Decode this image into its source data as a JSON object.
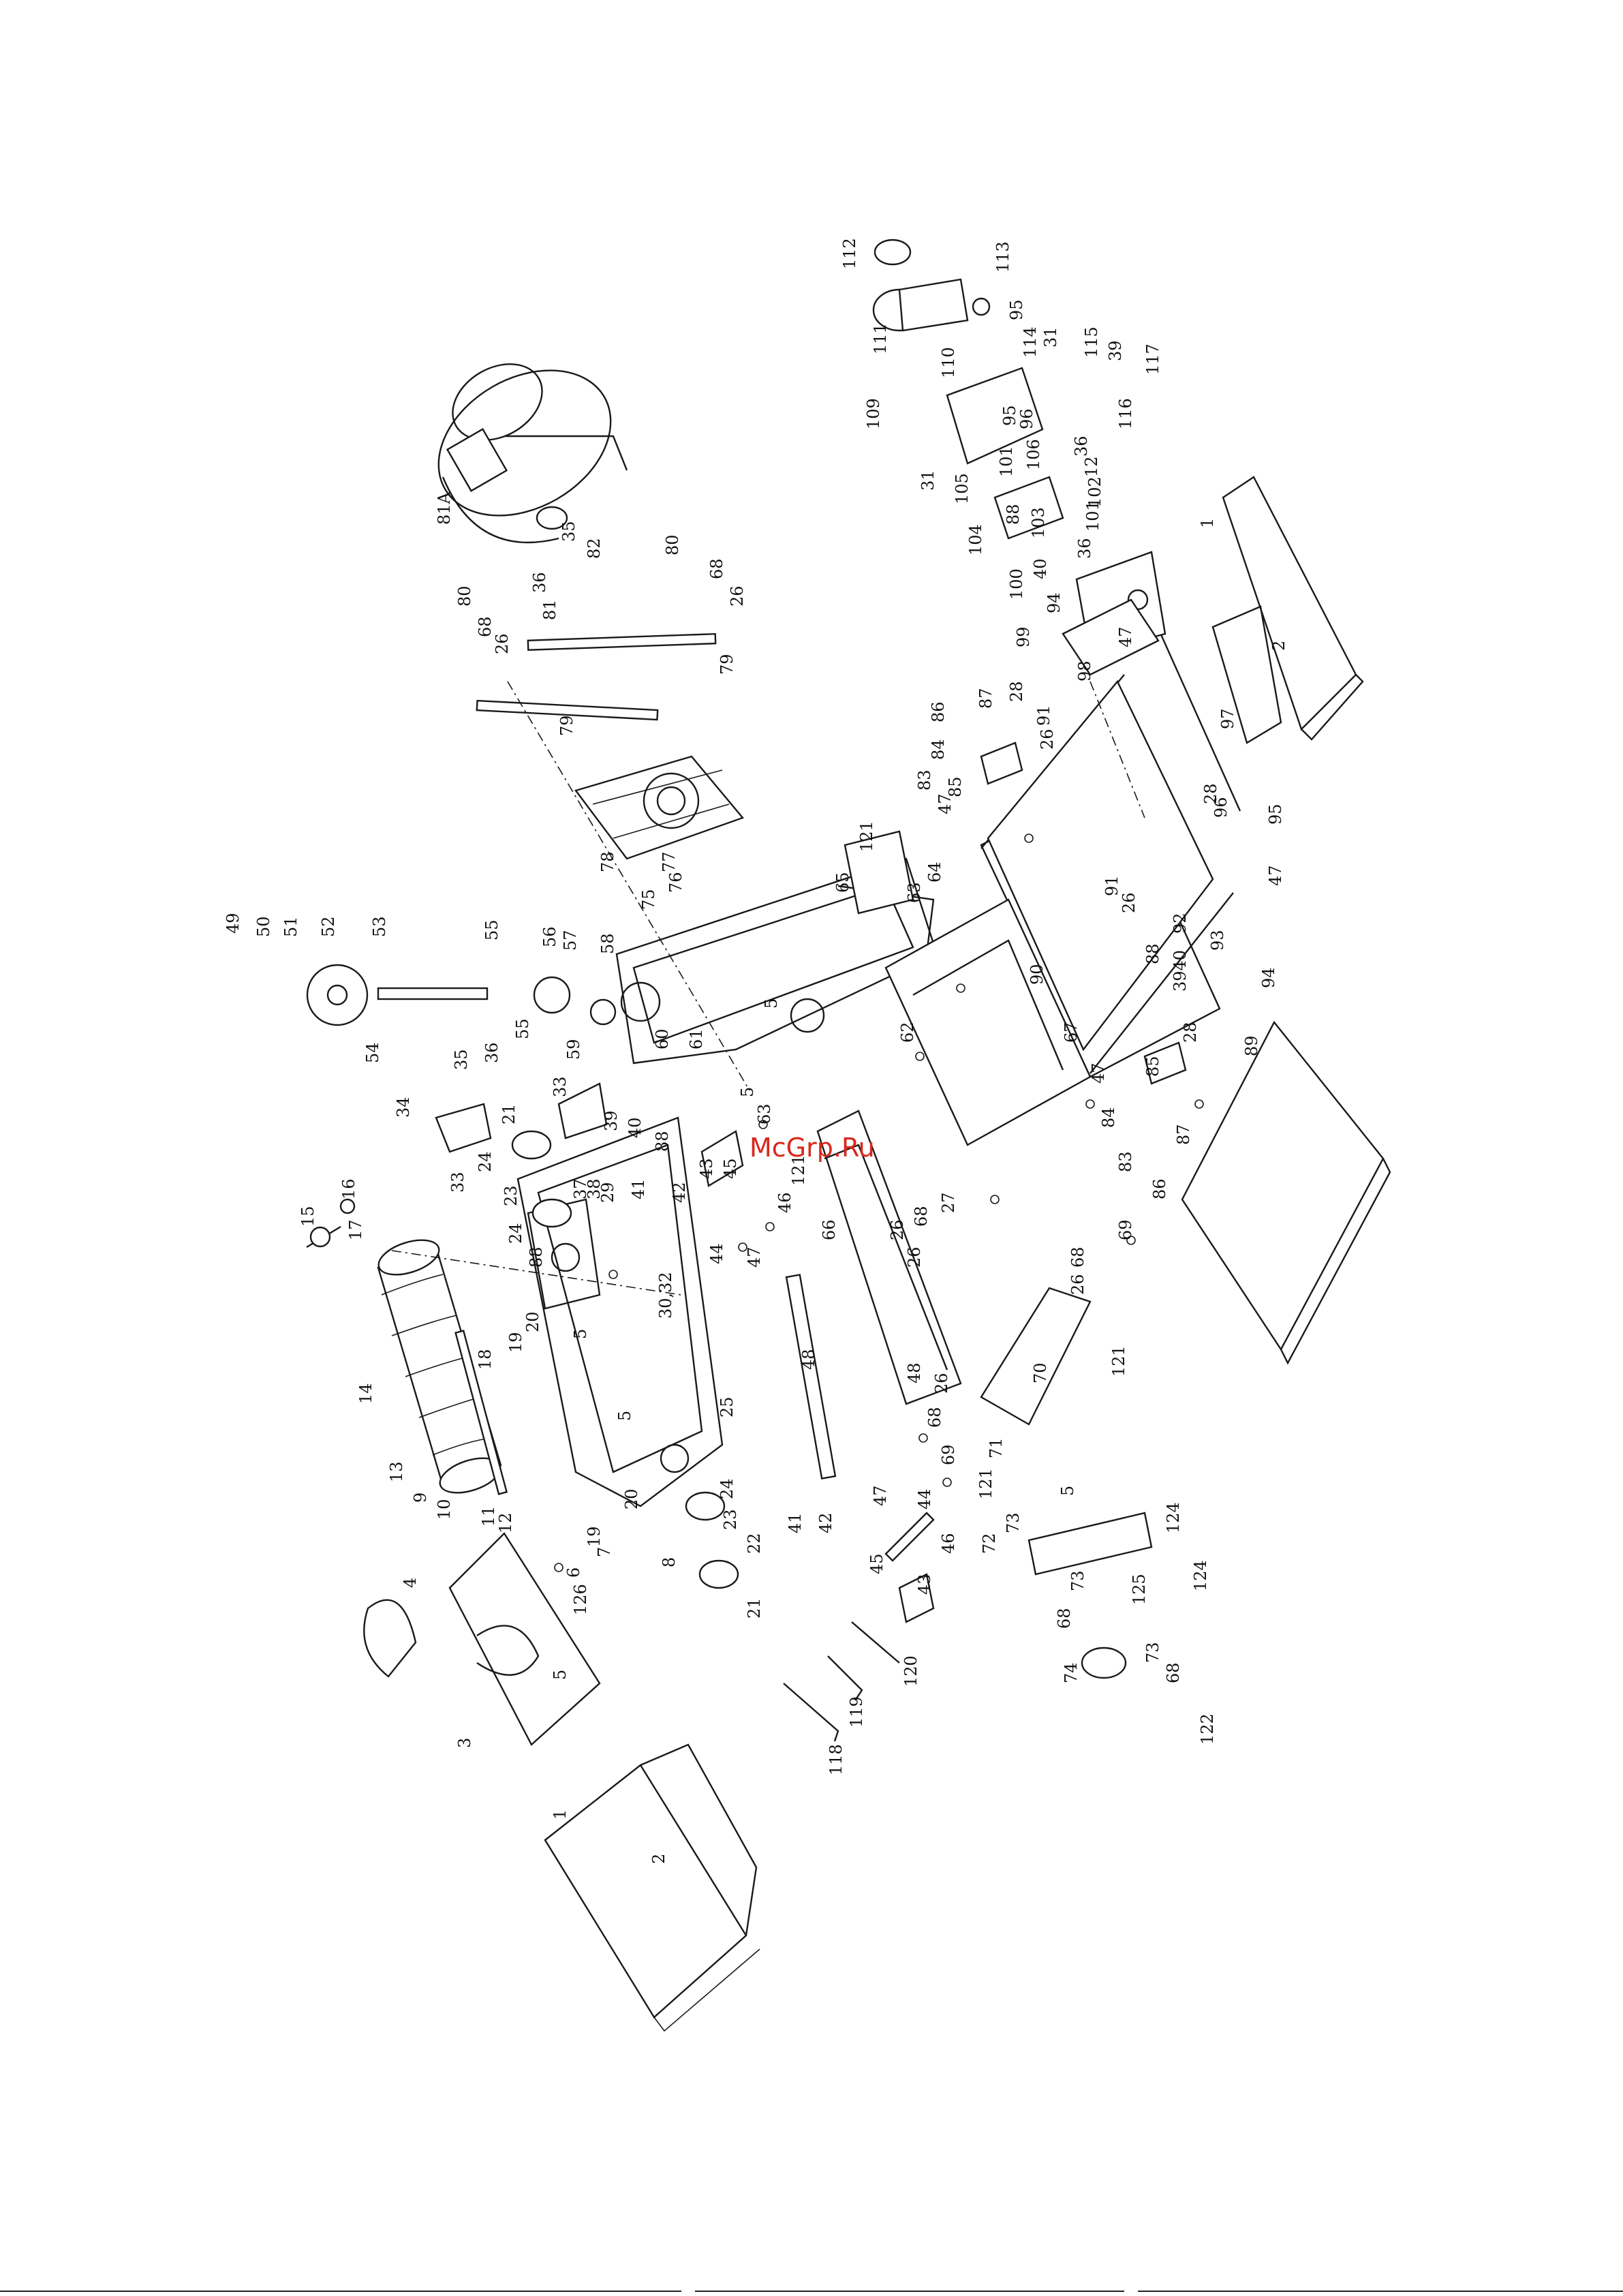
{
  "watermark": "McGrp.Ru",
  "watermark_color": "#d9281c",
  "labels": [
    {
      "id": "l112",
      "text": "112"
    },
    {
      "id": "l113",
      "text": "113"
    },
    {
      "id": "l95a",
      "text": "95"
    },
    {
      "id": "l111",
      "text": "111"
    },
    {
      "id": "l110",
      "text": "110"
    },
    {
      "id": "l114",
      "text": "114"
    },
    {
      "id": "l31a",
      "text": "31"
    },
    {
      "id": "l115",
      "text": "115"
    },
    {
      "id": "l39a",
      "text": "39"
    },
    {
      "id": "l117",
      "text": "117"
    },
    {
      "id": "l116",
      "text": "116"
    },
    {
      "id": "l109",
      "text": "109"
    },
    {
      "id": "l95b",
      "text": "95"
    },
    {
      "id": "l96a",
      "text": "96"
    },
    {
      "id": "l106",
      "text": "106"
    },
    {
      "id": "l101a",
      "text": "101"
    },
    {
      "id": "l36a",
      "text": "36"
    },
    {
      "id": "l12a",
      "text": "12"
    },
    {
      "id": "l31b",
      "text": "31"
    },
    {
      "id": "l105",
      "text": "105"
    },
    {
      "id": "l102",
      "text": "102"
    },
    {
      "id": "l101b",
      "text": "101"
    },
    {
      "id": "l104",
      "text": "104"
    },
    {
      "id": "l88a",
      "text": "88"
    },
    {
      "id": "l103",
      "text": "103"
    },
    {
      "id": "l36b",
      "text": "36"
    },
    {
      "id": "l1a",
      "text": "1"
    },
    {
      "id": "l100",
      "text": "100"
    },
    {
      "id": "l40a",
      "text": "40"
    },
    {
      "id": "l94a",
      "text": "94"
    },
    {
      "id": "l99",
      "text": "99"
    },
    {
      "id": "l2a",
      "text": "2"
    },
    {
      "id": "l47a",
      "text": "47"
    },
    {
      "id": "l98",
      "text": "98"
    },
    {
      "id": "l97",
      "text": "97"
    },
    {
      "id": "l81A",
      "text": "81A"
    },
    {
      "id": "l82",
      "text": "82"
    },
    {
      "id": "l35a",
      "text": "35"
    },
    {
      "id": "l80a",
      "text": "80"
    },
    {
      "id": "l36c",
      "text": "36"
    },
    {
      "id": "l81",
      "text": "81"
    },
    {
      "id": "l68a",
      "text": "68"
    },
    {
      "id": "l26a",
      "text": "26"
    },
    {
      "id": "l80b",
      "text": "80"
    },
    {
      "id": "l68b",
      "text": "68"
    },
    {
      "id": "l26b",
      "text": "26"
    },
    {
      "id": "l79a",
      "text": "79"
    },
    {
      "id": "l79b",
      "text": "79"
    },
    {
      "id": "l86a",
      "text": "86"
    },
    {
      "id": "l87a",
      "text": "87"
    },
    {
      "id": "l28a",
      "text": "28"
    },
    {
      "id": "l91a",
      "text": "91"
    },
    {
      "id": "l83a",
      "text": "83"
    },
    {
      "id": "l84a",
      "text": "84"
    },
    {
      "id": "l26c",
      "text": "26"
    },
    {
      "id": "l85a",
      "text": "85"
    },
    {
      "id": "l47b",
      "text": "47"
    },
    {
      "id": "l28b",
      "text": "28"
    },
    {
      "id": "l96b",
      "text": "96"
    },
    {
      "id": "l95c",
      "text": "95"
    },
    {
      "id": "l78",
      "text": "78"
    },
    {
      "id": "l77",
      "text": "77"
    },
    {
      "id": "l76",
      "text": "76"
    },
    {
      "id": "l75",
      "text": "75"
    },
    {
      "id": "l121a",
      "text": "121"
    },
    {
      "id": "l65",
      "text": "65"
    },
    {
      "id": "l64",
      "text": "64"
    },
    {
      "id": "l63a",
      "text": "63"
    },
    {
      "id": "l91b",
      "text": "91"
    },
    {
      "id": "l26d",
      "text": "26"
    },
    {
      "id": "l92",
      "text": "92"
    },
    {
      "id": "l47c",
      "text": "47"
    },
    {
      "id": "l93",
      "text": "93"
    },
    {
      "id": "l88b",
      "text": "88"
    },
    {
      "id": "l3940",
      "text": "3940"
    },
    {
      "id": "l94b",
      "text": "94"
    },
    {
      "id": "l90",
      "text": "90"
    },
    {
      "id": "l49",
      "text": "49"
    },
    {
      "id": "l50",
      "text": "50"
    },
    {
      "id": "l51",
      "text": "51"
    },
    {
      "id": "l52",
      "text": "52"
    },
    {
      "id": "l53",
      "text": "53"
    },
    {
      "id": "l55a",
      "text": "55"
    },
    {
      "id": "l56",
      "text": "56"
    },
    {
      "id": "l57",
      "text": "57"
    },
    {
      "id": "l58",
      "text": "58"
    },
    {
      "id": "l54",
      "text": "54"
    },
    {
      "id": "l55b",
      "text": "55"
    },
    {
      "id": "l60",
      "text": "60"
    },
    {
      "id": "l61",
      "text": "61"
    },
    {
      "id": "l5a",
      "text": "5"
    },
    {
      "id": "l62",
      "text": "62"
    },
    {
      "id": "l67",
      "text": "67"
    },
    {
      "id": "l89",
      "text": "89"
    },
    {
      "id": "l47d",
      "text": "47"
    },
    {
      "id": "l85b",
      "text": "85"
    },
    {
      "id": "l28c",
      "text": "28"
    },
    {
      "id": "l35b",
      "text": "35"
    },
    {
      "id": "l36d",
      "text": "36"
    },
    {
      "id": "l59",
      "text": "59"
    },
    {
      "id": "l33a",
      "text": "33"
    },
    {
      "id": "l34",
      "text": "34"
    },
    {
      "id": "l21a",
      "text": "21"
    },
    {
      "id": "l39b",
      "text": "39"
    },
    {
      "id": "l40b",
      "text": "40"
    },
    {
      "id": "l88c",
      "text": "88"
    },
    {
      "id": "l5b",
      "text": "5"
    },
    {
      "id": "l63b",
      "text": "63"
    },
    {
      "id": "l121b",
      "text": "121"
    },
    {
      "id": "l84b",
      "text": "84"
    },
    {
      "id": "l87b",
      "text": "87"
    },
    {
      "id": "l33b",
      "text": "33"
    },
    {
      "id": "l24a",
      "text": "24"
    },
    {
      "id": "l23a",
      "text": "23"
    },
    {
      "id": "l37",
      "text": "37"
    },
    {
      "id": "l38",
      "text": "38"
    },
    {
      "id": "l29",
      "text": "29"
    },
    {
      "id": "l41a",
      "text": "41"
    },
    {
      "id": "l42a",
      "text": "42"
    },
    {
      "id": "l43a",
      "text": "43"
    },
    {
      "id": "l45a",
      "text": "45"
    },
    {
      "id": "l46a",
      "text": "46"
    },
    {
      "id": "l27",
      "text": "27"
    },
    {
      "id": "l68c",
      "text": "68"
    },
    {
      "id": "l26e",
      "text": "26"
    },
    {
      "id": "l83b",
      "text": "83"
    },
    {
      "id": "l86b",
      "text": "86"
    },
    {
      "id": "l16",
      "text": "16"
    },
    {
      "id": "l15",
      "text": "15"
    },
    {
      "id": "l17",
      "text": "17"
    },
    {
      "id": "l24b",
      "text": "24"
    },
    {
      "id": "l88d",
      "text": "88"
    },
    {
      "id": "l44a",
      "text": "44"
    },
    {
      "id": "l47e",
      "text": "47"
    },
    {
      "id": "l66",
      "text": "66"
    },
    {
      "id": "l26f",
      "text": "26"
    },
    {
      "id": "l68d",
      "text": "68"
    },
    {
      "id": "l69a",
      "text": "69"
    },
    {
      "id": "l26g",
      "text": "26"
    },
    {
      "id": "l3032",
      "text": "30,32"
    },
    {
      "id": "l20a",
      "text": "20"
    },
    {
      "id": "l19a",
      "text": "19"
    },
    {
      "id": "l18",
      "text": "18"
    },
    {
      "id": "l5c",
      "text": "5"
    },
    {
      "id": "l14",
      "text": "14"
    },
    {
      "id": "l48a",
      "text": "48"
    },
    {
      "id": "l48b",
      "text": "48"
    },
    {
      "id": "l121c",
      "text": "121"
    },
    {
      "id": "l70",
      "text": "70"
    },
    {
      "id": "l26h",
      "text": "26"
    },
    {
      "id": "l5d",
      "text": "5"
    },
    {
      "id": "l25",
      "text": "25"
    },
    {
      "id": "l68e",
      "text": "68"
    },
    {
      "id": "l69b",
      "text": "69"
    },
    {
      "id": "l71",
      "text": "71"
    },
    {
      "id": "l121d",
      "text": "121"
    },
    {
      "id": "l5e",
      "text": "5"
    },
    {
      "id": "l13",
      "text": "13"
    },
    {
      "id": "l9",
      "text": "9"
    },
    {
      "id": "l10",
      "text": "10"
    },
    {
      "id": "l11",
      "text": "11"
    },
    {
      "id": "l12b",
      "text": "12"
    },
    {
      "id": "l20b",
      "text": "20"
    },
    {
      "id": "l19b",
      "text": "19"
    },
    {
      "id": "l24c",
      "text": "24"
    },
    {
      "id": "l47f",
      "text": "47"
    },
    {
      "id": "l23b",
      "text": "23"
    },
    {
      "id": "l8",
      "text": "8"
    },
    {
      "id": "l22",
      "text": "22"
    },
    {
      "id": "l41b",
      "text": "41"
    },
    {
      "id": "l42b",
      "text": "42"
    },
    {
      "id": "l44b",
      "text": "44"
    },
    {
      "id": "l72",
      "text": "72"
    },
    {
      "id": "l124a",
      "text": "124"
    },
    {
      "id": "l73a",
      "text": "73"
    },
    {
      "id": "l7",
      "text": "7"
    },
    {
      "id": "l6",
      "text": "6"
    },
    {
      "id": "l4",
      "text": "4"
    },
    {
      "id": "l126",
      "text": "126"
    },
    {
      "id": "l5f",
      "text": "5"
    },
    {
      "id": "l21b",
      "text": "21"
    },
    {
      "id": "l45b",
      "text": "45"
    },
    {
      "id": "l43b",
      "text": "43"
    },
    {
      "id": "l46b",
      "text": "46"
    },
    {
      "id": "l73b",
      "text": "73"
    },
    {
      "id": "l68f",
      "text": "68"
    },
    {
      "id": "l125",
      "text": "125"
    },
    {
      "id": "l124b",
      "text": "124"
    },
    {
      "id": "l120",
      "text": "120"
    },
    {
      "id": "l74",
      "text": "74"
    },
    {
      "id": "l73c",
      "text": "73"
    },
    {
      "id": "l68g",
      "text": "68"
    },
    {
      "id": "l119",
      "text": "119"
    },
    {
      "id": "l122",
      "text": "122"
    },
    {
      "id": "l3",
      "text": "3"
    },
    {
      "id": "l118",
      "text": "118"
    },
    {
      "id": "l1b",
      "text": "1"
    },
    {
      "id": "l2b",
      "text": "2"
    }
  ]
}
